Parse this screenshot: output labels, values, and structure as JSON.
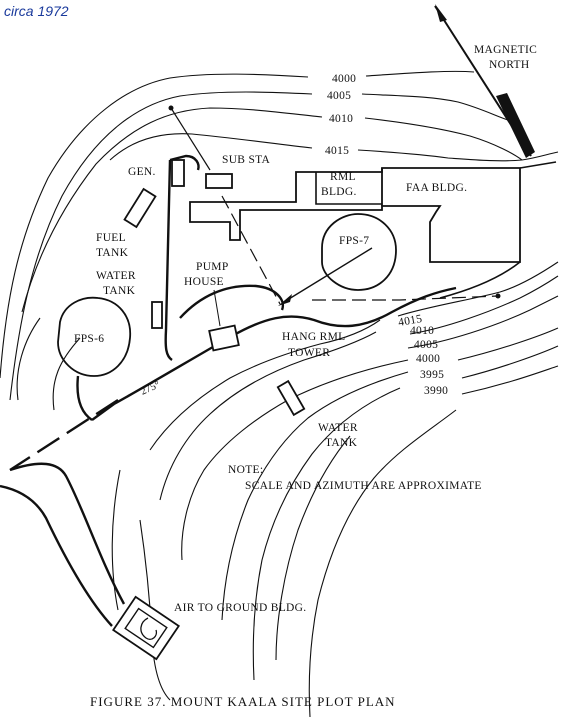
{
  "date_note": "circa 1972",
  "compass": {
    "label_line1": "MAGNETIC",
    "label_line2": "NORTH"
  },
  "contours": {
    "c4000_top": "4000",
    "c4005_top": "4005",
    "c4010_top": "4010",
    "c4015_top": "4015",
    "c4015_low": "4015",
    "c4010_low": "4010",
    "c4005_low": "4005",
    "c4000_low": "4000",
    "c3995": "3995",
    "c3990": "3990"
  },
  "labels": {
    "gen": "GEN.",
    "sub_sta": "SUB STA",
    "rml_bldg_1": "RML",
    "rml_bldg_2": "BLDG.",
    "faa_bldg": "FAA BLDG.",
    "fps7": "FPS-7",
    "fuel_tank_1": "FUEL",
    "fuel_tank_2": "TANK",
    "water_tank_1": "WATER",
    "water_tank_2": "TANK",
    "pump_house_1": "PUMP",
    "pump_house_2": "HOUSE",
    "fps6": "FPS-6",
    "hang_rml_1": "HANG RML",
    "hang_rml_2": "TOWER",
    "bearing": "275°",
    "water_tank_low_1": "WATER",
    "water_tank_low_2": "TANK",
    "note_1": "NOTE:",
    "note_2": "SCALE AND AZIMUTH ARE APPROXIMATE",
    "air_to_ground": "AIR TO GROUND BLDG."
  },
  "caption": "FIGURE  37.   MOUNT KAALA SITE PLOT PLAN"
}
